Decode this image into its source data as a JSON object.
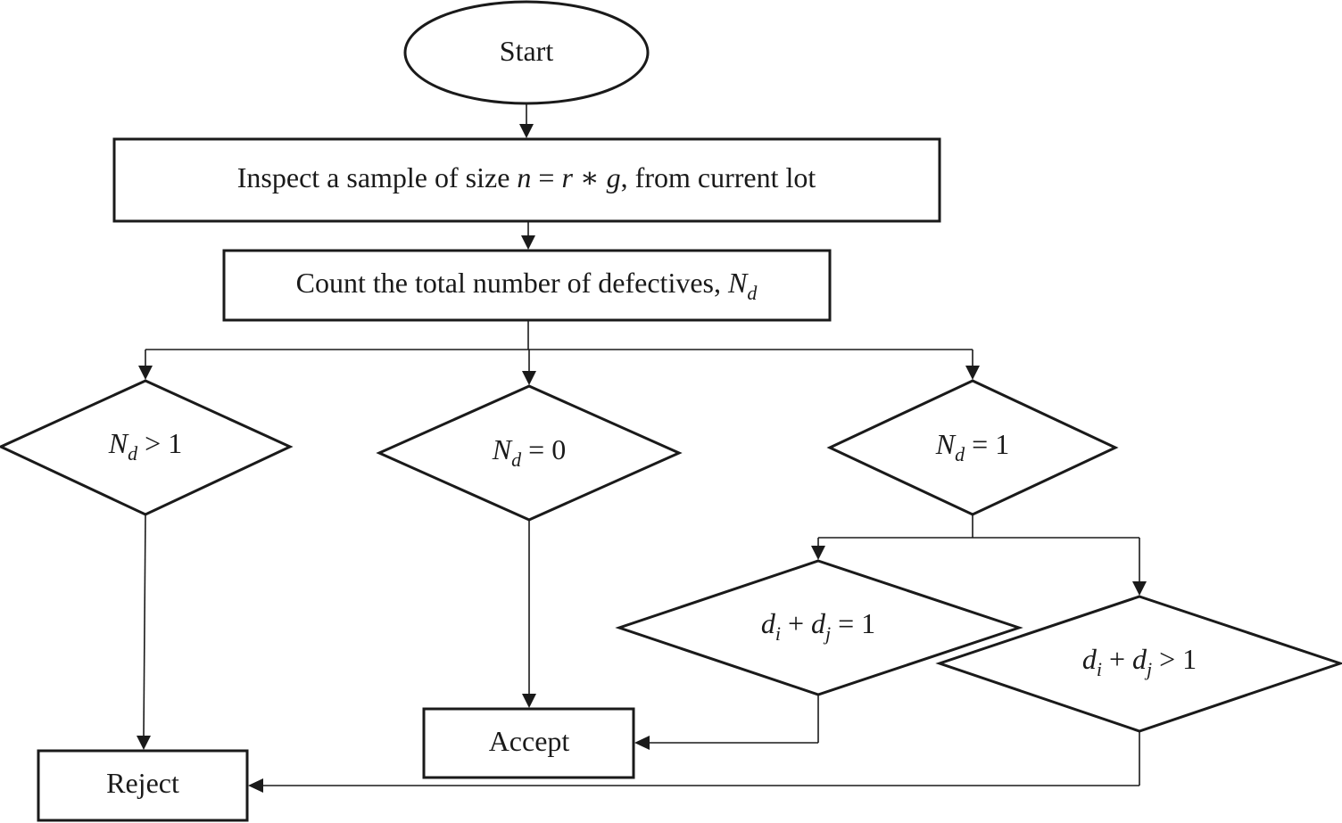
{
  "flowchart": {
    "start": "Start",
    "inspect": {
      "pre": "Inspect a sample of size ",
      "n": "n",
      "eq": " = ",
      "r": "r",
      "star": " ∗ ",
      "g": "g",
      "post": ", from current lot"
    },
    "count": {
      "pre": "Count the total number of defectives, ",
      "N": "N",
      "sub": "d"
    },
    "decision_gt1": {
      "N": "N",
      "sub": "d",
      "rel": " > 1"
    },
    "decision_eq0": {
      "N": "N",
      "sub": "d",
      "rel": " = 0"
    },
    "decision_eq1": {
      "N": "N",
      "sub": "d",
      "rel": " = 1"
    },
    "decision_sum_eq1": {
      "d1": "d",
      "s1": "i",
      "plus": " + ",
      "d2": "d",
      "s2": "j",
      "rel": " = 1"
    },
    "decision_sum_gt1": {
      "d1": "d",
      "s1": "i",
      "plus": " + ",
      "d2": "d",
      "s2": "j",
      "rel": " > 1"
    },
    "accept": "Accept",
    "reject": "Reject"
  }
}
